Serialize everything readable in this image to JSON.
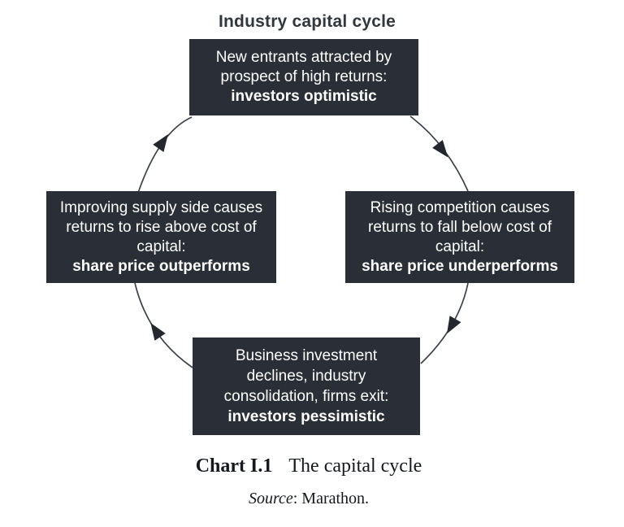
{
  "title": "Industry capital cycle",
  "boxes": {
    "top": {
      "lines": [
        "New entrants attracted by",
        "prospect of high returns:"
      ],
      "emphasis": "investors optimistic"
    },
    "right": {
      "lines": [
        "Rising competition causes",
        "returns to fall below cost of",
        "capital:"
      ],
      "emphasis": "share price underperforms"
    },
    "bottom": {
      "lines": [
        "Business investment",
        "declines, industry",
        "consolidation, firms exit:"
      ],
      "emphasis": "investors pessimistic"
    },
    "left": {
      "lines": [
        "Improving supply side causes",
        "returns to rise above cost of",
        "capital:"
      ],
      "emphasis": "share price outperforms"
    }
  },
  "cycle": {
    "direction": "clockwise",
    "arrows": [
      {
        "name": "left-to-top"
      },
      {
        "name": "top-to-right"
      },
      {
        "name": "right-to-bottom"
      },
      {
        "name": "bottom-to-left"
      }
    ]
  },
  "caption": {
    "label": "Chart I.1",
    "title": "The capital cycle"
  },
  "source": {
    "label": "Source",
    "rest": ": Marathon."
  },
  "colors": {
    "page_background": "#ffffff",
    "box_background": "#2a2e36",
    "box_text": "#ffffff",
    "title_text": "#32373e",
    "arrow": "#3c4148",
    "arrowhead": "#23272e",
    "caption_text": "#15181d"
  }
}
